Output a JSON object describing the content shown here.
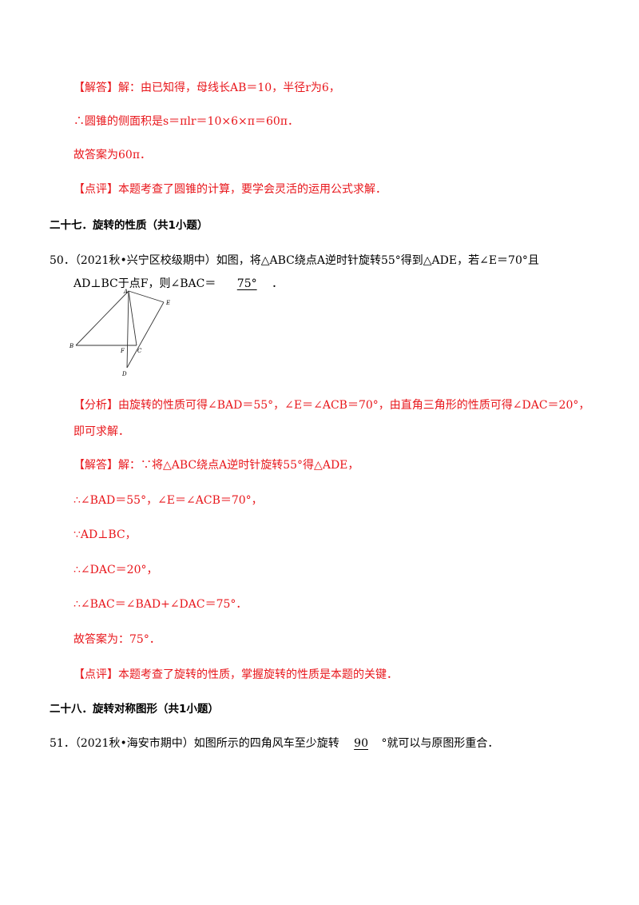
{
  "lines": {
    "l1": "【解答】解：由已知得，母线长AB＝10，半径r为6，",
    "l2": "∴圆锥的侧面积是s＝πlr＝10×6×π＝60π．",
    "l3": "故答案为60π．",
    "l4": "【点评】本题考查了圆锥的计算，要学会灵活的运用公式求解．",
    "h27": "二十七．旋转的性质（共1小题）",
    "q50a": "50．（2021秋•兴宁区校级期中）如图，将△ABC绕点A逆时针旋转55°得到△ADE，若∠E＝70°且",
    "q50b_pre": "AD⊥BC于点F，则∠BAC＝",
    "q50b_ans": "75°",
    "q50b_post": "．",
    "an1": "【分析】由旋转的性质可得∠BAD＝55°，∠E＝∠ACB＝70°，由直角三角形的性质可得∠DAC＝20°，",
    "an2": "即可求解．",
    "s1": "【解答】解：∵将△ABC绕点A逆时针旋转55°得△ADE，",
    "s2": "∴∠BAD＝55°，∠E＝∠ACB＝70°，",
    "s3": "∵AD⊥BC，",
    "s4": "∴∠DAC＝20°，",
    "s5": "∴∠BAC＝∠BAD+∠DAC＝75°．",
    "s6": "故答案为：75°．",
    "s7": "【点评】本题考查了旋转的性质，掌握旋转的性质是本题的关键．",
    "h28": "二十八．旋转对称图形（共1小题）",
    "q51_pre": "51．（2021秋•海安市期中）如图所示的四角风车至少旋转",
    "q51_ans": "90",
    "q51_post": "°就可以与原图形重合．"
  },
  "figure": {
    "labels": {
      "A": "A",
      "B": "B",
      "C": "C",
      "D": "D",
      "E": "E",
      "F": "F"
    }
  },
  "colors": {
    "answer_text": "#e8161b",
    "body_text": "#000000"
  }
}
